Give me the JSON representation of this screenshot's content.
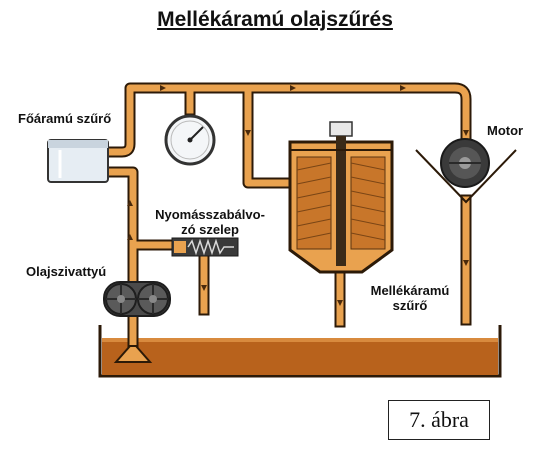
{
  "diagram": {
    "title": "Mellékáramú olajszűrés",
    "labels": {
      "main_filter": "Főáramú szűrő",
      "pressure_valve_line1": "Nyomásszabálvo-",
      "pressure_valve_line2": "zó szelep",
      "oil_pump": "Olajszivattyú",
      "motor": "Motor",
      "bypass_filter_line1": "Mellékáramú",
      "bypass_filter_line2": "szűrő"
    },
    "figure_caption": "7. ábra"
  },
  "colors": {
    "oil": "#e9a24f",
    "pipe_outline": "#2c1a08",
    "sump": "#b8621c",
    "filter_element": "#c8762a",
    "dark": "#2a2a2a"
  }
}
